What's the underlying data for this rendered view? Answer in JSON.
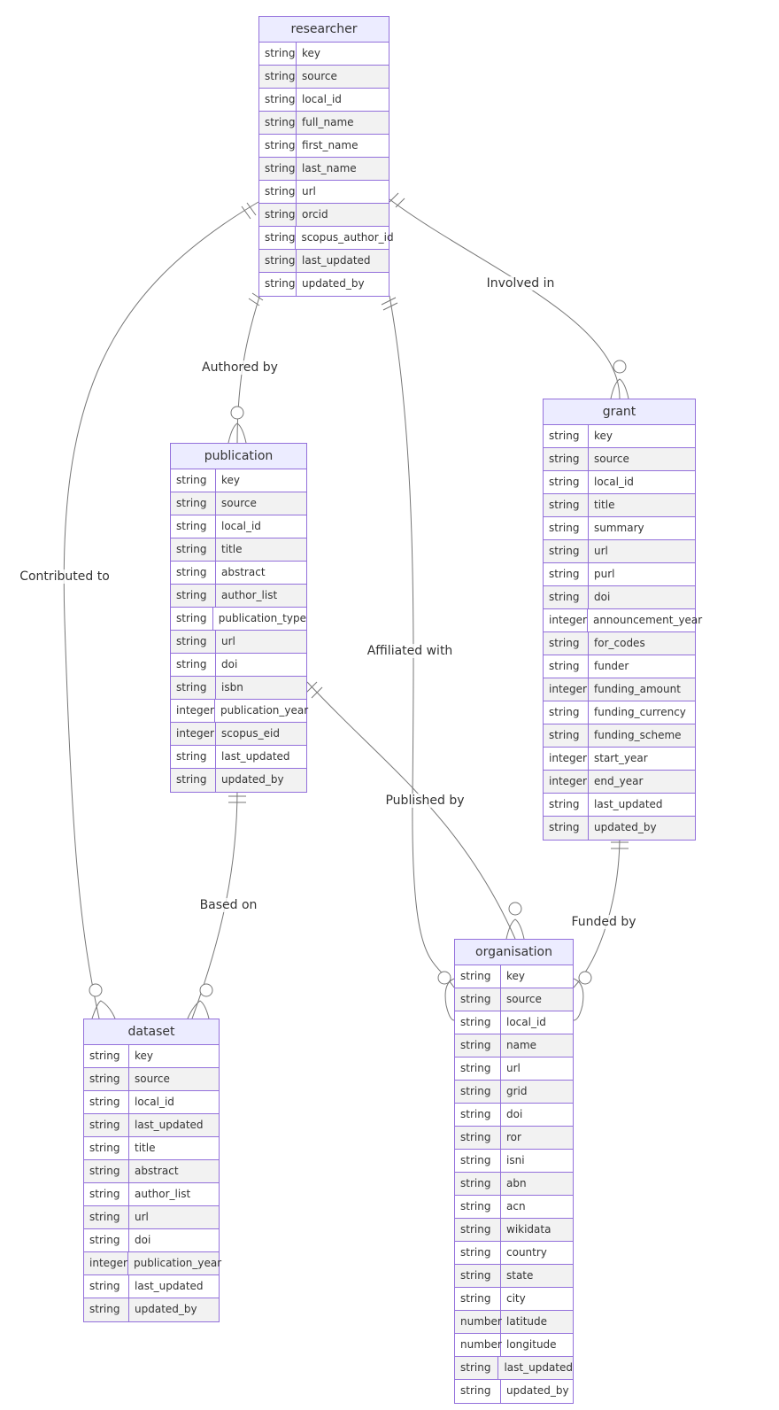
{
  "entities": [
    {
      "id": "researcher",
      "name": "researcher",
      "attributes": [
        {
          "type": "string",
          "name": "key"
        },
        {
          "type": "string",
          "name": "source"
        },
        {
          "type": "string",
          "name": "local_id"
        },
        {
          "type": "string",
          "name": "full_name"
        },
        {
          "type": "string",
          "name": "first_name"
        },
        {
          "type": "string",
          "name": "last_name"
        },
        {
          "type": "string",
          "name": "url"
        },
        {
          "type": "string",
          "name": "orcid"
        },
        {
          "type": "string",
          "name": "scopus_author_id"
        },
        {
          "type": "string",
          "name": "last_updated"
        },
        {
          "type": "string",
          "name": "updated_by"
        }
      ]
    },
    {
      "id": "publication",
      "name": "publication",
      "attributes": [
        {
          "type": "string",
          "name": "key"
        },
        {
          "type": "string",
          "name": "source"
        },
        {
          "type": "string",
          "name": "local_id"
        },
        {
          "type": "string",
          "name": "title"
        },
        {
          "type": "string",
          "name": "abstract"
        },
        {
          "type": "string",
          "name": "author_list"
        },
        {
          "type": "string",
          "name": "publication_type"
        },
        {
          "type": "string",
          "name": "url"
        },
        {
          "type": "string",
          "name": "doi"
        },
        {
          "type": "string",
          "name": "isbn"
        },
        {
          "type": "integer",
          "name": "publication_year"
        },
        {
          "type": "integer",
          "name": "scopus_eid"
        },
        {
          "type": "string",
          "name": "last_updated"
        },
        {
          "type": "string",
          "name": "updated_by"
        }
      ]
    },
    {
      "id": "grant",
      "name": "grant",
      "attributes": [
        {
          "type": "string",
          "name": "key"
        },
        {
          "type": "string",
          "name": "source"
        },
        {
          "type": "string",
          "name": "local_id"
        },
        {
          "type": "string",
          "name": "title"
        },
        {
          "type": "string",
          "name": "summary"
        },
        {
          "type": "string",
          "name": "url"
        },
        {
          "type": "string",
          "name": "purl"
        },
        {
          "type": "string",
          "name": "doi"
        },
        {
          "type": "integer",
          "name": "announcement_year"
        },
        {
          "type": "string",
          "name": "for_codes"
        },
        {
          "type": "string",
          "name": "funder"
        },
        {
          "type": "integer",
          "name": "funding_amount"
        },
        {
          "type": "string",
          "name": "funding_currency"
        },
        {
          "type": "string",
          "name": "funding_scheme"
        },
        {
          "type": "integer",
          "name": "start_year"
        },
        {
          "type": "integer",
          "name": "end_year"
        },
        {
          "type": "string",
          "name": "last_updated"
        },
        {
          "type": "string",
          "name": "updated_by"
        }
      ]
    },
    {
      "id": "dataset",
      "name": "dataset",
      "attributes": [
        {
          "type": "string",
          "name": "key"
        },
        {
          "type": "string",
          "name": "source"
        },
        {
          "type": "string",
          "name": "local_id"
        },
        {
          "type": "string",
          "name": "last_updated"
        },
        {
          "type": "string",
          "name": "title"
        },
        {
          "type": "string",
          "name": "abstract"
        },
        {
          "type": "string",
          "name": "author_list"
        },
        {
          "type": "string",
          "name": "url"
        },
        {
          "type": "string",
          "name": "doi"
        },
        {
          "type": "integer",
          "name": "publication_year"
        },
        {
          "type": "string",
          "name": "last_updated"
        },
        {
          "type": "string",
          "name": "updated_by"
        }
      ]
    },
    {
      "id": "organisation",
      "name": "organisation",
      "attributes": [
        {
          "type": "string",
          "name": "key"
        },
        {
          "type": "string",
          "name": "source"
        },
        {
          "type": "string",
          "name": "local_id"
        },
        {
          "type": "string",
          "name": "name"
        },
        {
          "type": "string",
          "name": "url"
        },
        {
          "type": "string",
          "name": "grid"
        },
        {
          "type": "string",
          "name": "doi"
        },
        {
          "type": "string",
          "name": "ror"
        },
        {
          "type": "string",
          "name": "isni"
        },
        {
          "type": "string",
          "name": "abn"
        },
        {
          "type": "string",
          "name": "acn"
        },
        {
          "type": "string",
          "name": "wikidata"
        },
        {
          "type": "string",
          "name": "country"
        },
        {
          "type": "string",
          "name": "state"
        },
        {
          "type": "string",
          "name": "city"
        },
        {
          "type": "number",
          "name": "latitude"
        },
        {
          "type": "number",
          "name": "longitude"
        },
        {
          "type": "string",
          "name": "last_updated"
        },
        {
          "type": "string",
          "name": "updated_by"
        }
      ]
    }
  ],
  "relationships": [
    {
      "id": "authored-by",
      "label": "Authored by",
      "from": "researcher",
      "to": "publication"
    },
    {
      "id": "involved-in",
      "label": "Involved in",
      "from": "researcher",
      "to": "grant"
    },
    {
      "id": "contributed-to",
      "label": "Contributed to",
      "from": "researcher",
      "to": "dataset"
    },
    {
      "id": "affiliated-with",
      "label": "Affiliated with",
      "from": "researcher",
      "to": "organisation"
    },
    {
      "id": "published-by",
      "label": "Published by",
      "from": "publication",
      "to": "organisation"
    },
    {
      "id": "based-on",
      "label": "Based on",
      "from": "publication",
      "to": "dataset"
    },
    {
      "id": "funded-by",
      "label": "Funded by",
      "from": "grant",
      "to": "organisation"
    }
  ],
  "colors": {
    "border": "#9370DB",
    "header": "#ECECFF",
    "alt_row": "#f2f2f2",
    "line": "#777777",
    "text": "#333333"
  }
}
